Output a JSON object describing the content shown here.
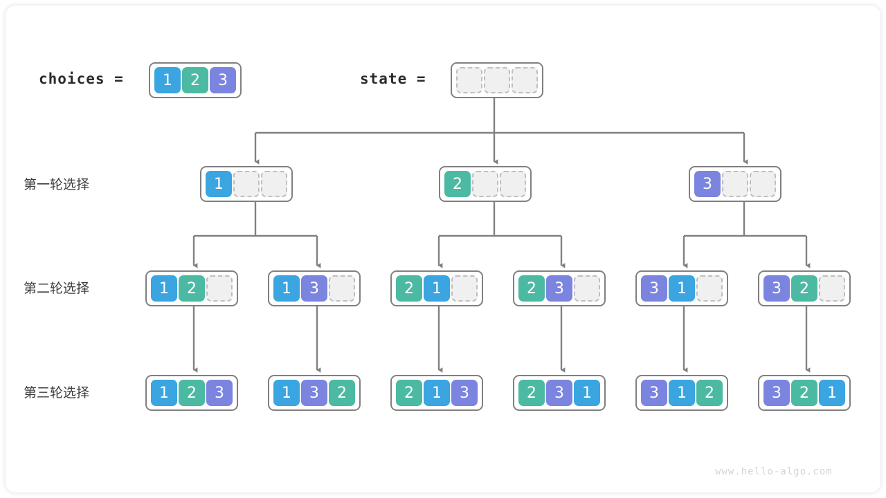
{
  "figure": {
    "watermark": "www.hello-algo.com",
    "colors": {
      "value_1": "#3aa5e0",
      "value_2": "#4cbaa2",
      "value_3": "#7b85e0",
      "empty_cell": "#f0f0f0",
      "empty_border": "#bfbfbf",
      "node_border": "#808080",
      "connector": "#808080",
      "background": "#ffffff"
    }
  },
  "header": {
    "choices_label": "choices =",
    "choices_values": [
      "1",
      "2",
      "3"
    ],
    "state_label": "state =",
    "state_values": [
      "",
      "",
      ""
    ]
  },
  "row_labels": [
    "第一轮选择",
    "第二轮选择",
    "第三轮选择"
  ],
  "tree": {
    "root": {
      "cells": [
        "",
        "",
        ""
      ]
    },
    "level1": [
      {
        "cells": [
          "1",
          "",
          ""
        ]
      },
      {
        "cells": [
          "2",
          "",
          ""
        ]
      },
      {
        "cells": [
          "3",
          "",
          ""
        ]
      }
    ],
    "level2": [
      {
        "cells": [
          "1",
          "2",
          ""
        ]
      },
      {
        "cells": [
          "1",
          "3",
          ""
        ]
      },
      {
        "cells": [
          "2",
          "1",
          ""
        ]
      },
      {
        "cells": [
          "2",
          "3",
          ""
        ]
      },
      {
        "cells": [
          "3",
          "1",
          ""
        ]
      },
      {
        "cells": [
          "3",
          "2",
          ""
        ]
      }
    ],
    "level3": [
      {
        "cells": [
          "1",
          "2",
          "3"
        ]
      },
      {
        "cells": [
          "1",
          "3",
          "2"
        ]
      },
      {
        "cells": [
          "2",
          "1",
          "3"
        ]
      },
      {
        "cells": [
          "2",
          "3",
          "1"
        ]
      },
      {
        "cells": [
          "3",
          "1",
          "2"
        ]
      },
      {
        "cells": [
          "3",
          "2",
          "1"
        ]
      }
    ]
  }
}
